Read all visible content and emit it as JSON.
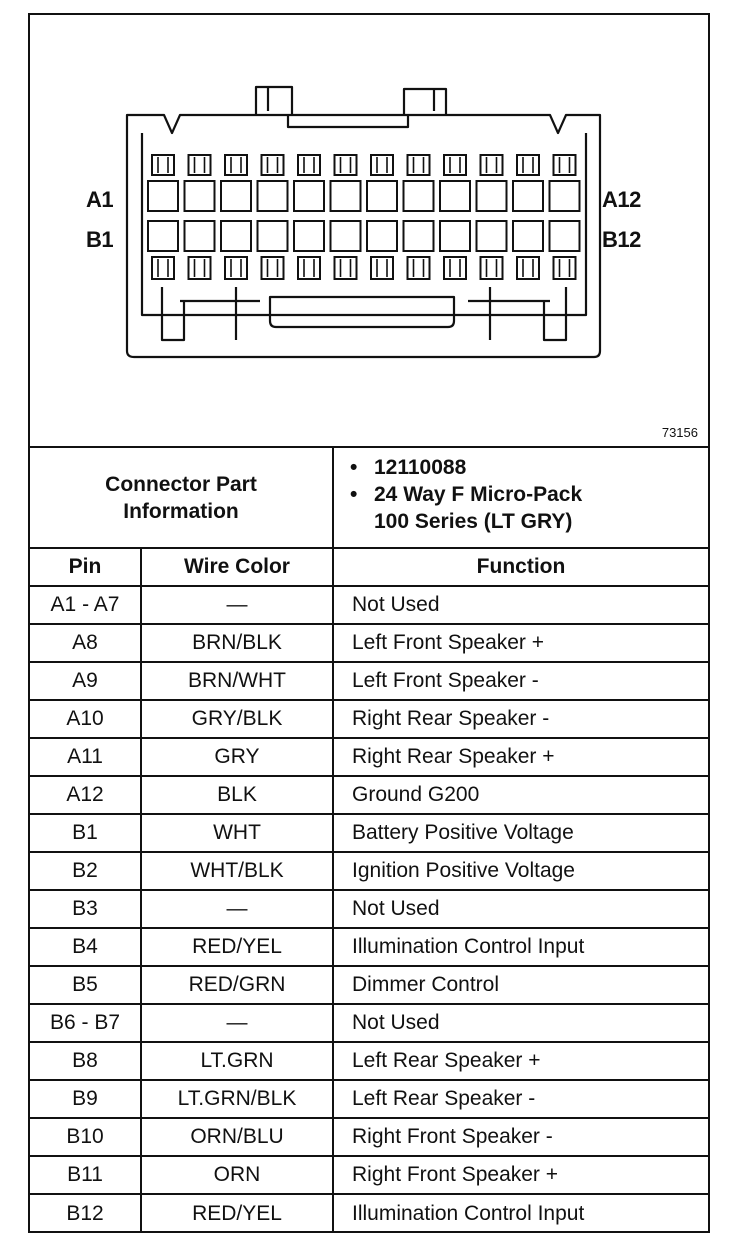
{
  "diagram": {
    "labels": {
      "a1": "A1",
      "b1": "B1",
      "a12": "A12",
      "b12": "B12"
    },
    "figure_id": "73156"
  },
  "info": {
    "label_line1": "Connector Part",
    "label_line2": "Information",
    "part_number": "12110088",
    "description_line1": "24 Way F Micro-Pack",
    "description_line2": "100 Series (LT GRY)"
  },
  "table": {
    "headers": {
      "pin": "Pin",
      "wire_color": "Wire Color",
      "function": "Function"
    },
    "rows": [
      {
        "pin": "A1 - A7",
        "color": "—",
        "function": "Not Used"
      },
      {
        "pin": "A8",
        "color": "BRN/BLK",
        "function": "Left Front Speaker +"
      },
      {
        "pin": "A9",
        "color": "BRN/WHT",
        "function": "Left Front Speaker -"
      },
      {
        "pin": "A10",
        "color": "GRY/BLK",
        "function": "Right Rear Speaker -"
      },
      {
        "pin": "A11",
        "color": "GRY",
        "function": "Right Rear Speaker +"
      },
      {
        "pin": "A12",
        "color": "BLK",
        "function": "Ground G200"
      },
      {
        "pin": "B1",
        "color": "WHT",
        "function": "Battery Positive Voltage"
      },
      {
        "pin": "B2",
        "color": "WHT/BLK",
        "function": "Ignition Positive Voltage"
      },
      {
        "pin": "B3",
        "color": "—",
        "function": "Not Used"
      },
      {
        "pin": "B4",
        "color": "RED/YEL",
        "function": "Illumination Control Input"
      },
      {
        "pin": "B5",
        "color": "RED/GRN",
        "function": "Dimmer Control"
      },
      {
        "pin": "B6 - B7",
        "color": "—",
        "function": "Not Used"
      },
      {
        "pin": "B8",
        "color": "LT.GRN",
        "function": "Left Rear Speaker +"
      },
      {
        "pin": "B9",
        "color": "LT.GRN/BLK",
        "function": "Left Rear Speaker -"
      },
      {
        "pin": "B10",
        "color": "ORN/BLU",
        "function": "Right Front Speaker -"
      },
      {
        "pin": "B11",
        "color": "ORN",
        "function": "Right Front Speaker +"
      },
      {
        "pin": "B12",
        "color": "RED/YEL",
        "function": "Illumination Control Input"
      }
    ]
  }
}
